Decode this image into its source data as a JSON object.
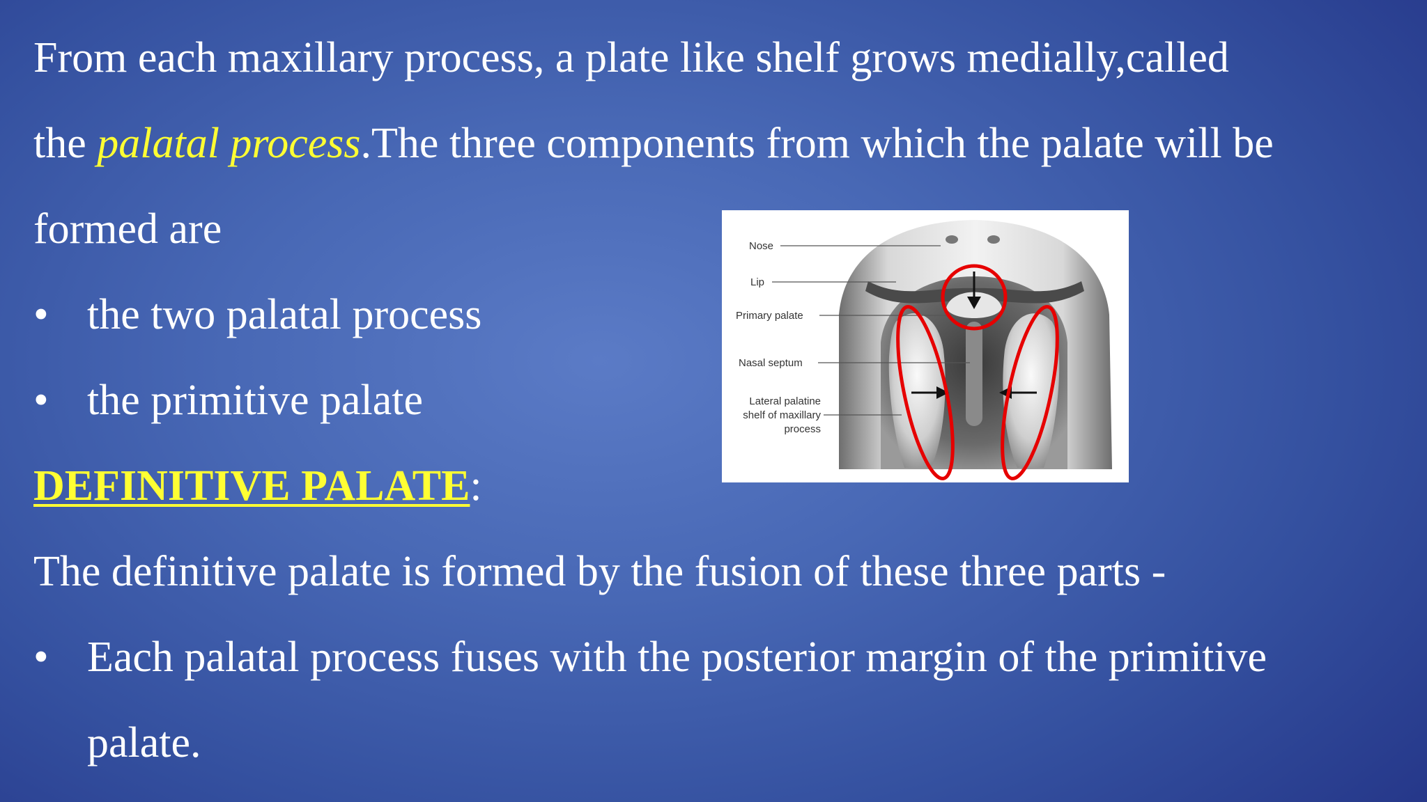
{
  "slide": {
    "line1": "From each maxillary process, a plate like shelf grows medially,called",
    "line2_pre": "the ",
    "line2_highlight": "palatal process",
    "line2_post": ".The three components from which the palate will be",
    "line3": "formed are",
    "bullets_top": [
      "the two palatal process",
      "the primitive palate"
    ],
    "bullet_char": "•",
    "heading": "DEFINITIVE PALATE",
    "heading_suffix": ":",
    "line_fusion": "The definitive palate is formed by the fusion of these three parts -",
    "bullets_bottom": [
      "Each palatal process fuses with the posterior margin of the primitive",
      "palate."
    ]
  },
  "figure": {
    "labels": {
      "nose": "Nose",
      "lip": "Lip",
      "primary_palate": "Primary palate",
      "nasal_septum": "Nasal septum",
      "lateral_1": "Lateral palatine",
      "lateral_2": "shelf of maxillary",
      "lateral_3": "process"
    },
    "colors": {
      "annotation": "#e60000",
      "highlight_text": "#ffff33"
    }
  }
}
